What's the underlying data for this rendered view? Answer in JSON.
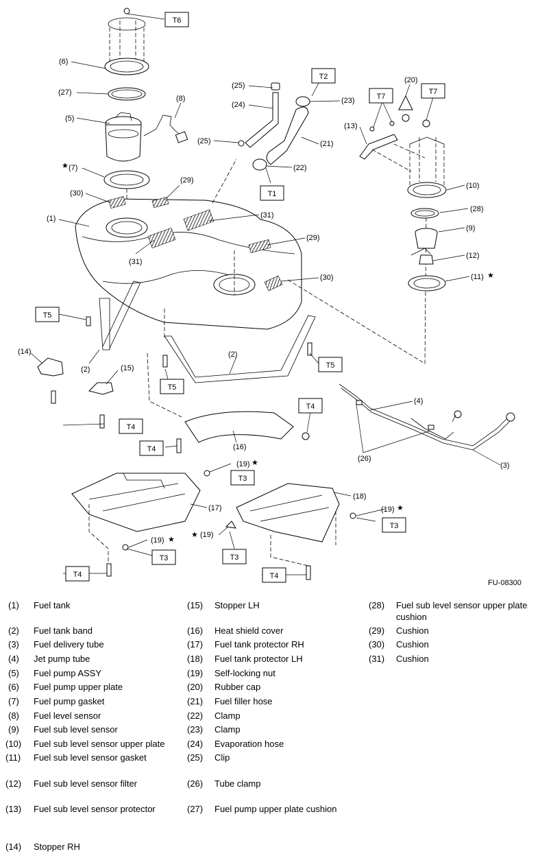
{
  "diagram": {
    "figure_code": "FU-08300",
    "torque_boxes": [
      "T1",
      "T2",
      "T3",
      "T4",
      "T5",
      "T6",
      "T7"
    ],
    "callouts": [
      "(1)",
      "(2)",
      "(3)",
      "(4)",
      "(5)",
      "(6)",
      "(7)",
      "(8)",
      "(9)",
      "(10)",
      "(11)",
      "(12)",
      "(13)",
      "(14)",
      "(15)",
      "(16)",
      "(17)",
      "(18)",
      "(19)",
      "(20)",
      "(21)",
      "(22)",
      "(23)",
      "(24)",
      "(25)",
      "(26)",
      "(27)",
      "(28)",
      "(29)",
      "(30)",
      "(31)"
    ],
    "star_symbol": "★"
  },
  "legend": [
    {
      "num": "(1)",
      "text": "Fuel tank"
    },
    {
      "num": "(2)",
      "text": "Fuel tank band"
    },
    {
      "num": "(3)",
      "text": "Fuel delivery tube"
    },
    {
      "num": "(4)",
      "text": "Jet pump tube"
    },
    {
      "num": "(5)",
      "text": "Fuel pump ASSY"
    },
    {
      "num": "(6)",
      "text": "Fuel pump upper plate"
    },
    {
      "num": "(7)",
      "text": "Fuel pump gasket"
    },
    {
      "num": "(8)",
      "text": "Fuel level sensor"
    },
    {
      "num": "(9)",
      "text": "Fuel sub level sensor"
    },
    {
      "num": "(10)",
      "text": "Fuel sub level sensor upper plate"
    },
    {
      "num": "(11)",
      "text": "Fuel sub level sensor gasket"
    },
    {
      "num": "(12)",
      "text": "Fuel sub level sensor filter"
    },
    {
      "num": "(13)",
      "text": "Fuel sub level sensor protector"
    },
    {
      "num": "(14)",
      "text": "Stopper RH"
    },
    {
      "num": "(15)",
      "text": "Stopper LH"
    },
    {
      "num": "(16)",
      "text": "Heat shield cover"
    },
    {
      "num": "(17)",
      "text": "Fuel tank protector RH"
    },
    {
      "num": "(18)",
      "text": "Fuel tank protector LH"
    },
    {
      "num": "(19)",
      "text": "Self-locking nut"
    },
    {
      "num": "(20)",
      "text": "Rubber cap"
    },
    {
      "num": "(21)",
      "text": "Fuel filler hose"
    },
    {
      "num": "(22)",
      "text": "Clamp"
    },
    {
      "num": "(23)",
      "text": "Clamp"
    },
    {
      "num": "(24)",
      "text": "Evaporation hose"
    },
    {
      "num": "(25)",
      "text": "Clip"
    },
    {
      "num": "(26)",
      "text": "Tube clamp"
    },
    {
      "num": "(27)",
      "text": "Fuel pump upper plate cushion"
    },
    {
      "num": "(28)",
      "text": "Fuel sub level sensor upper plate cushion"
    },
    {
      "num": "(29)",
      "text": "Cushion"
    },
    {
      "num": "(30)",
      "text": "Cushion"
    },
    {
      "num": "(31)",
      "text": "Cushion"
    }
  ]
}
